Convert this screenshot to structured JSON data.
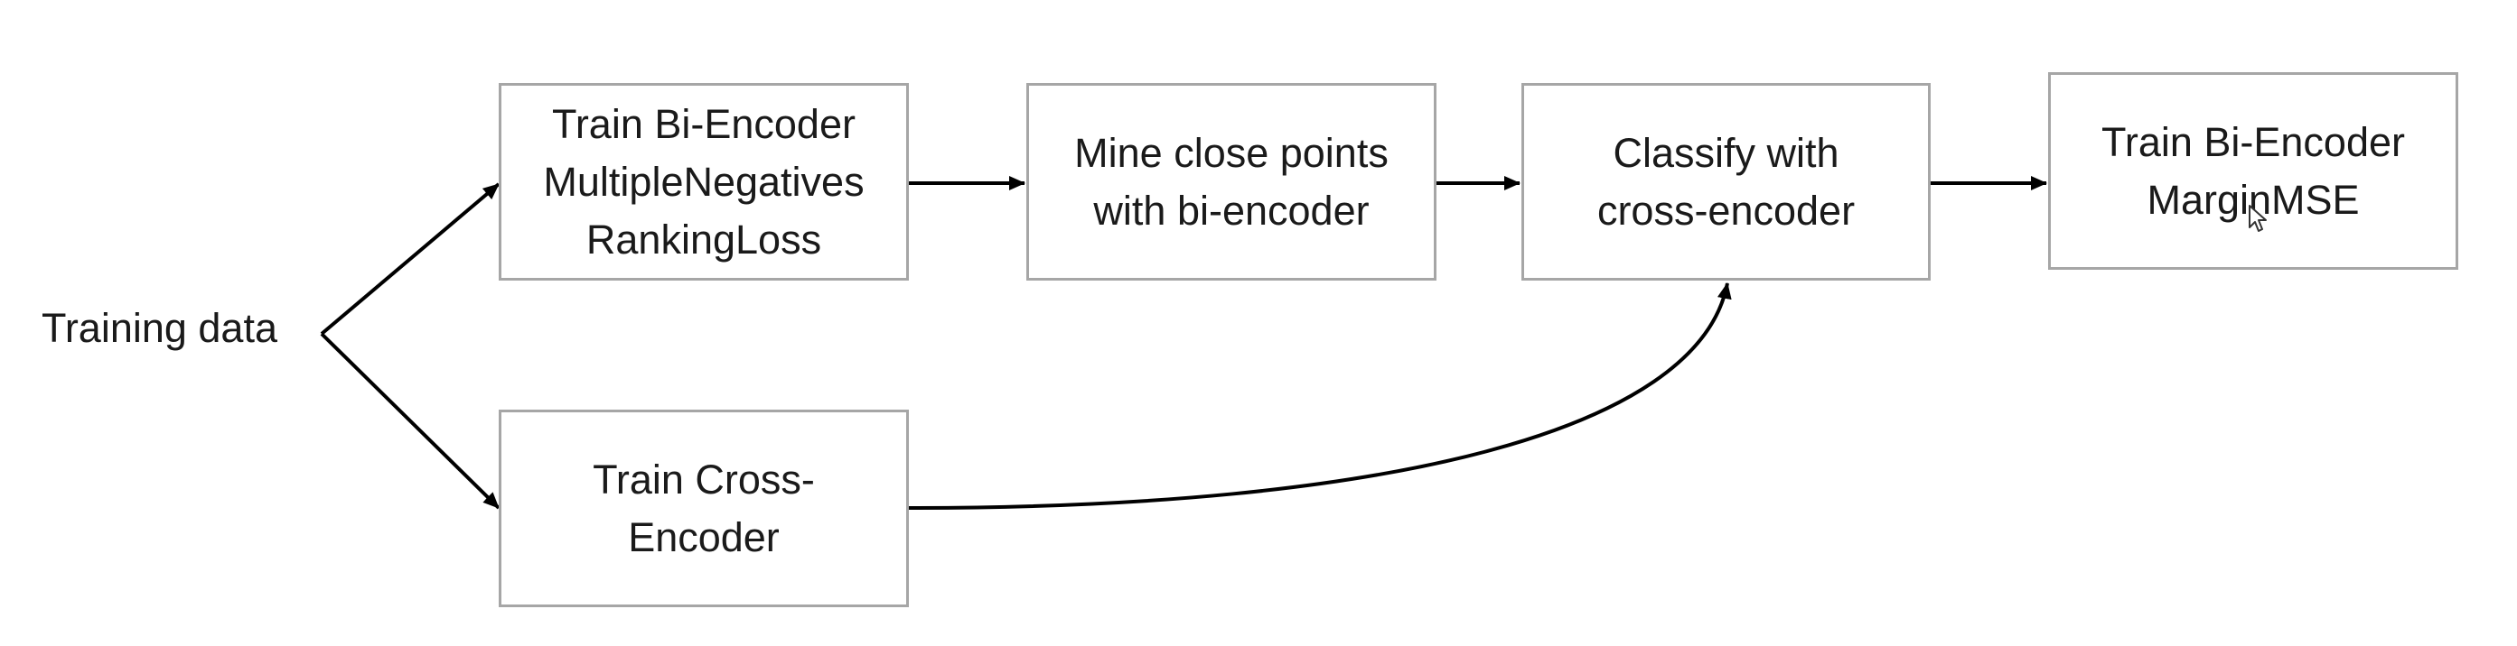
{
  "diagram": {
    "start": {
      "label": "Training data"
    },
    "nodes": [
      {
        "id": "train-bi-encoder-mnrl",
        "lines": [
          "Train Bi-Encoder",
          "MultipleNegatives",
          "RankingLoss"
        ]
      },
      {
        "id": "mine-close-points",
        "lines": [
          "Mine close points",
          "with bi-encoder"
        ]
      },
      {
        "id": "classify-cross-encoder",
        "lines": [
          "Classify with",
          "cross-encoder"
        ]
      },
      {
        "id": "train-bi-encoder-marginmse",
        "lines": [
          "Train Bi-Encoder",
          "MarginMSE"
        ]
      },
      {
        "id": "train-cross-encoder",
        "lines": [
          "Train Cross-",
          "Encoder"
        ]
      }
    ],
    "edges": [
      {
        "from": "Training data",
        "to": "train-bi-encoder-mnrl"
      },
      {
        "from": "Training data",
        "to": "train-cross-encoder"
      },
      {
        "from": "train-bi-encoder-mnrl",
        "to": "mine-close-points"
      },
      {
        "from": "mine-close-points",
        "to": "classify-cross-encoder"
      },
      {
        "from": "classify-cross-encoder",
        "to": "train-bi-encoder-marginmse"
      },
      {
        "from": "train-cross-encoder",
        "to": "classify-cross-encoder"
      }
    ],
    "colors": {
      "box_border": "#a6a6a6",
      "arrow": "#000000",
      "text": "#1a1a1a"
    }
  }
}
